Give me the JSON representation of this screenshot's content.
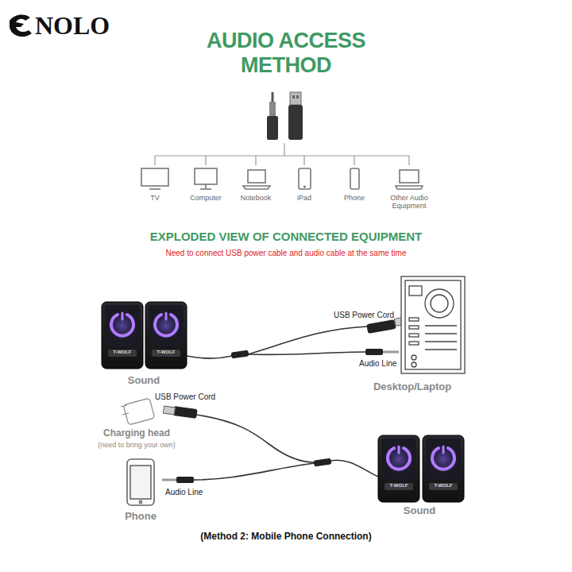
{
  "diagram": {
    "title": "AUDIO ACCESS METHOD",
    "caption": "(Method 2: Mobile Phone Connection)",
    "labels": [
      "NOLO",
      "TV",
      "Computer",
      "Notebook",
      "iPad",
      "Phone",
      "Other Audio Equipment",
      "EXPLODED VIEW OF CONNECTED EQUIPMENT",
      "Need to connect USB power cable and audio cable at the same time",
      "T-WOLF",
      "T-WOLF",
      "T-WOLF",
      "T-WOLF",
      "Sound",
      "USB Power Cord",
      "Audio Line",
      "Desktop/Laptop",
      "USB Power Cord",
      "Charging head",
      "(need to bring your own)",
      "Phone",
      "Audio Line",
      "Sound"
    ]
  }
}
